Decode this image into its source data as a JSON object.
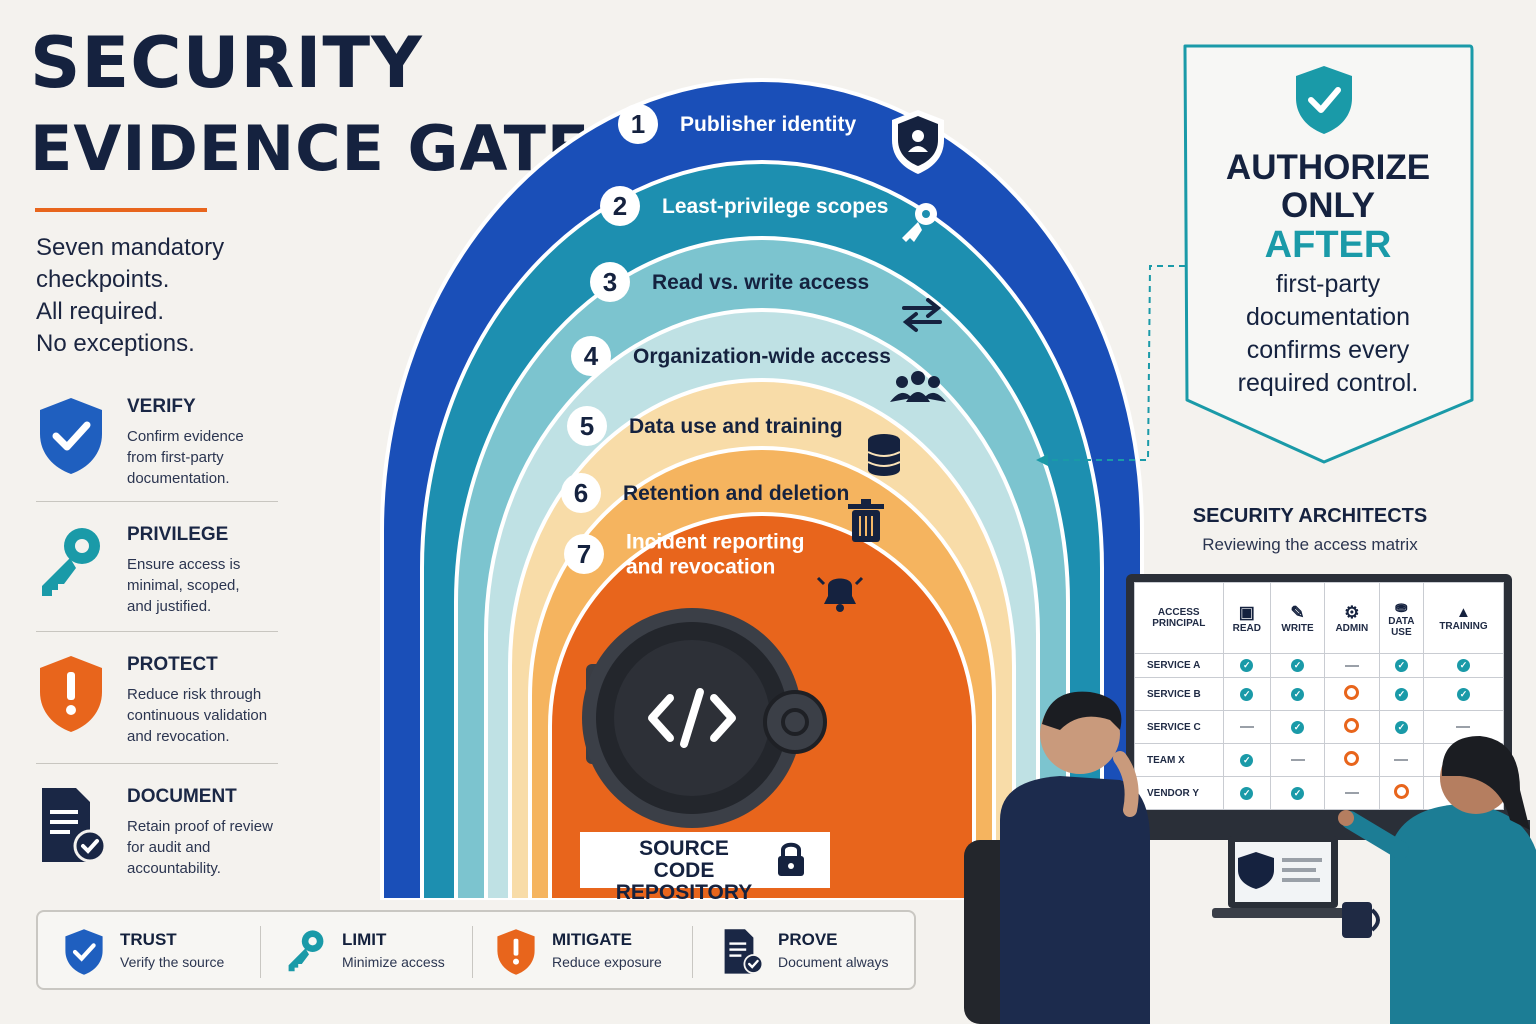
{
  "title": {
    "line1": "SECURITY",
    "line2": "EVIDENCE GATES"
  },
  "intro": [
    "Seven mandatory",
    "checkpoints.",
    "All required.",
    "No exceptions."
  ],
  "side_items": [
    {
      "title": "VERIFY",
      "lines": [
        "Confirm evidence",
        "from first-party",
        "documentation."
      ],
      "icon": "shield-check-icon",
      "color": "#1f5fbf"
    },
    {
      "title": "PRIVILEGE",
      "lines": [
        "Ensure access is",
        "minimal, scoped,",
        "and justified."
      ],
      "icon": "key-icon",
      "color": "#1a9aa8"
    },
    {
      "title": "PROTECT",
      "lines": [
        "Reduce risk through",
        "continuous validation",
        "and revocation."
      ],
      "icon": "shield-alert-icon",
      "color": "#e8651c"
    },
    {
      "title": "DOCUMENT",
      "lines": [
        "Retain proof of review",
        "for audit and",
        "accountability."
      ],
      "icon": "document-check-icon",
      "color": "#1a2745"
    }
  ],
  "gates": [
    {
      "number": "1",
      "label": "Publisher identity",
      "icon": "user-shield-icon",
      "color": "#1a4fb8"
    },
    {
      "number": "2",
      "label": "Least-privilege scopes",
      "icon": "key-icon",
      "color": "#1d8fb0"
    },
    {
      "number": "3",
      "label": "Read vs. write access",
      "icon": "swap-arrows-icon",
      "color": "#7cc4cf"
    },
    {
      "number": "4",
      "label": "Organization-wide access",
      "icon": "group-icon",
      "color": "#bfe1e4"
    },
    {
      "number": "5",
      "label": "Data use and training",
      "icon": "database-icon",
      "color": "#f8dca8"
    },
    {
      "number": "6",
      "label": "Retention and deletion",
      "icon": "trash-icon",
      "color": "#f5b45f"
    },
    {
      "number": "7",
      "label": "Incident reporting and revocation",
      "label_lines": [
        "Incident reporting",
        "and revocation"
      ],
      "icon": "bell-icon",
      "color": "#e8651c"
    }
  ],
  "vault": {
    "label_lines": [
      "SOURCE CODE",
      "REPOSITORY"
    ],
    "icon": "code-icon",
    "lock_icon": "lock-icon"
  },
  "authorize": {
    "lines_bold": [
      "AUTHORIZE",
      "ONLY"
    ],
    "accent": "AFTER",
    "lines": [
      "first-party",
      "documentation",
      "confirms every",
      "required control."
    ],
    "icon": "shield-check-icon"
  },
  "architects": {
    "title": "SECURITY ARCHITECTS",
    "subtitle": "Reviewing the access matrix"
  },
  "matrix": {
    "corner": [
      "ACCESS",
      "PRINCIPAL"
    ],
    "columns": [
      {
        "label": "READ",
        "icon": "book-icon"
      },
      {
        "label": "WRITE",
        "icon": "pencil-icon"
      },
      {
        "label": "ADMIN",
        "icon": "gear-icon"
      },
      {
        "label": "DATA USE",
        "label_lines": [
          "DATA",
          "USE"
        ],
        "icon": "database-icon"
      },
      {
        "label": "TRAINING",
        "icon": "graduation-cap-icon"
      }
    ],
    "rows": [
      {
        "name": "SERVICE A",
        "cells": [
          "ok",
          "ok",
          "none",
          "ok",
          "ok"
        ]
      },
      {
        "name": "SERVICE B",
        "cells": [
          "ok",
          "ok",
          "warn",
          "ok",
          "ok"
        ]
      },
      {
        "name": "SERVICE C",
        "cells": [
          "none",
          "ok",
          "warn",
          "ok",
          "none"
        ]
      },
      {
        "name": "TEAM X",
        "cells": [
          "ok",
          "none",
          "warn",
          "none",
          "blank"
        ]
      },
      {
        "name": "VENDOR Y",
        "cells": [
          "ok",
          "ok",
          "none",
          "warn",
          "blank"
        ]
      }
    ]
  },
  "bottom_bar": [
    {
      "title": "TRUST",
      "subtitle": "Verify the source",
      "icon": "shield-check-icon"
    },
    {
      "title": "LIMIT",
      "subtitle": "Minimize access",
      "icon": "key-icon"
    },
    {
      "title": "MITIGATE",
      "subtitle": "Reduce exposure",
      "icon": "shield-alert-icon"
    },
    {
      "title": "PROVE",
      "subtitle": "Document always",
      "icon": "document-check-icon"
    }
  ],
  "colors": {
    "navy": "#15223f",
    "orange": "#e8651c",
    "teal": "#1a9aa8",
    "blue": "#1a4fb8",
    "background": "#f4f2ee"
  }
}
